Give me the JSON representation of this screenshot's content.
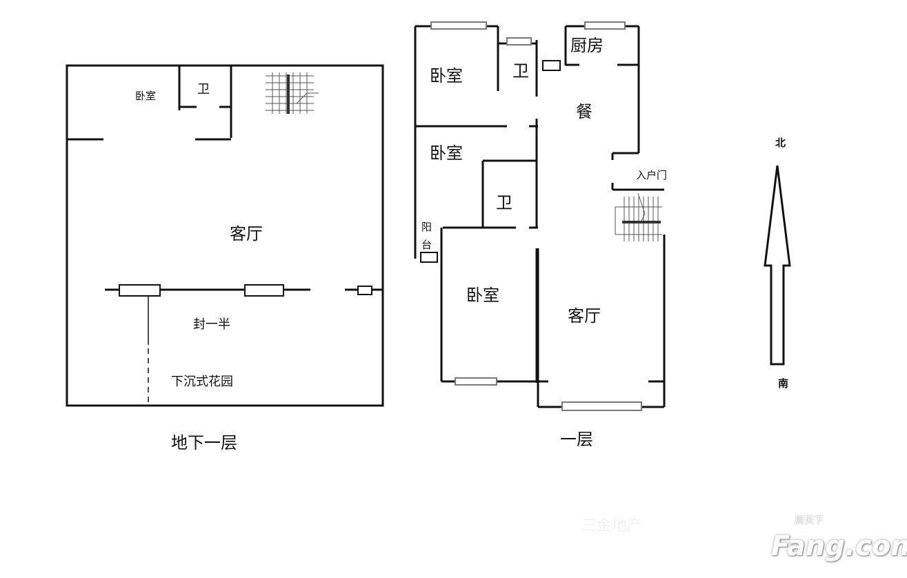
{
  "basement": {
    "title": "地下一层",
    "rooms": {
      "bedroom": "卧室",
      "bath": "卫",
      "living": "客厅",
      "half_sealed": "封一半",
      "sunken_garden": "下沉式花园"
    }
  },
  "first_floor": {
    "title": "一层",
    "rooms": {
      "bedroom1": "卧室",
      "bath1": "卫",
      "kitchen": "厨房",
      "dining": "餐",
      "bedroom2": "卧室",
      "bath2": "卫",
      "balcony": "阳台",
      "bedroom3": "卧室",
      "living": "客厅",
      "entrance": "入户门"
    }
  },
  "compass": {
    "north": "北",
    "south": "南"
  },
  "watermark": {
    "agency": "三金地产",
    "logo": "Fang.com",
    "logo_cn": "房天下"
  }
}
